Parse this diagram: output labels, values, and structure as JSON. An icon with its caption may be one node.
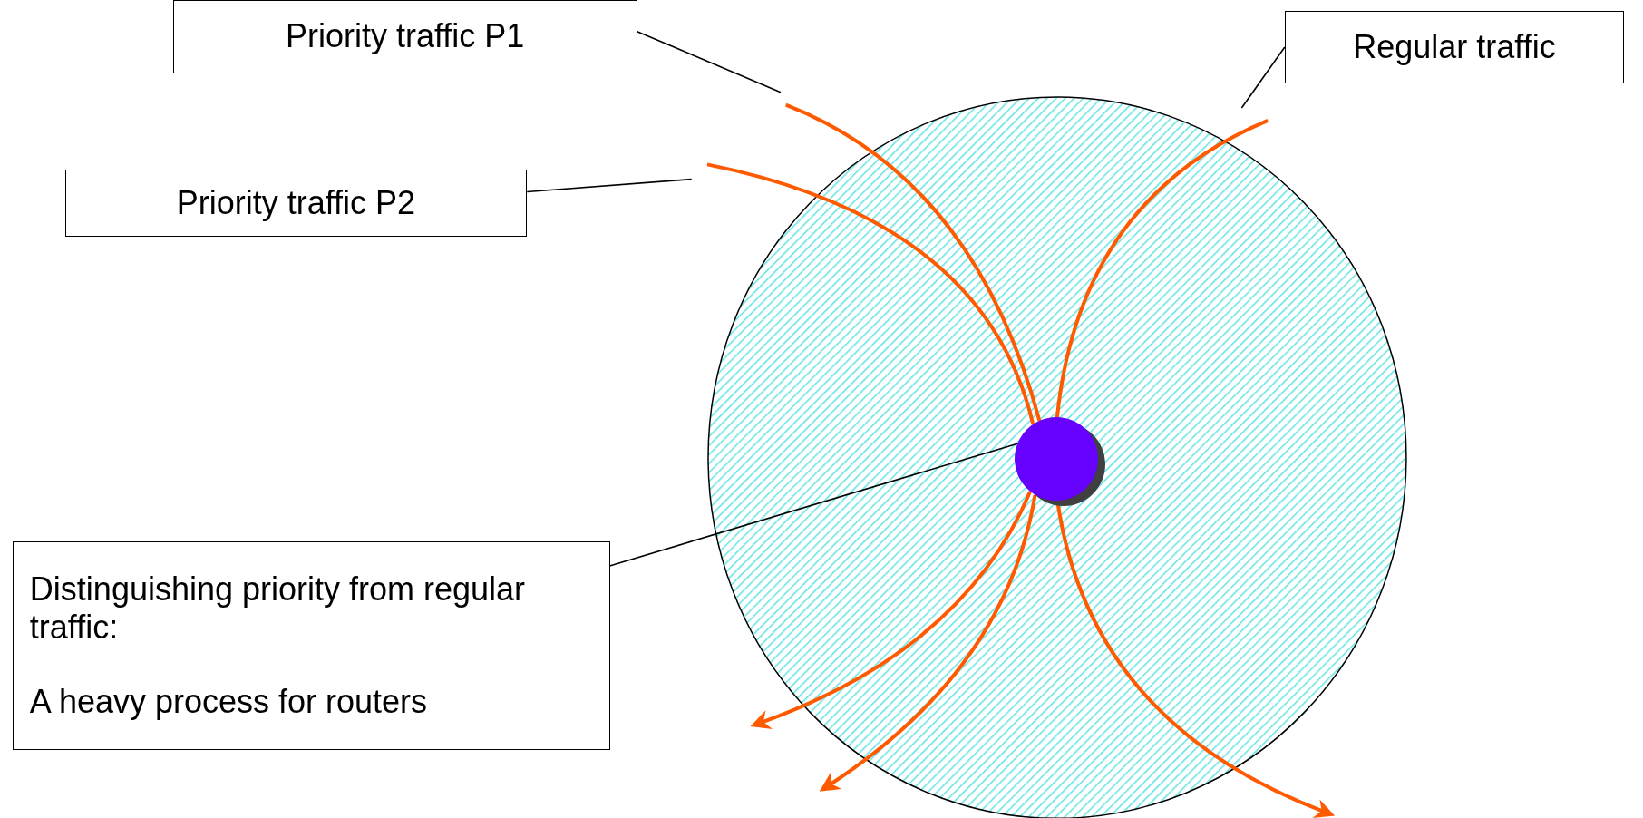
{
  "diagram": {
    "nodes": [
      {
        "text": [
          "Priority traffic P1"
        ]
      },
      {
        "text": [
          "Priority traffic P2"
        ]
      },
      {
        "text": [
          "Regular traffic"
        ]
      },
      {
        "text": [],
        "shape": "circle"
      },
      {
        "text": [],
        "shape": "circle",
        "in": 3
      },
      {
        "text": [
          "Distinguishing priority  from regular traffic:",
          "A heavy process for routers"
        ]
      }
    ],
    "edges": [
      {
        "from": null,
        "to": 4,
        "arrow": "none"
      },
      {
        "from": 4,
        "to": null,
        "arrow": "to"
      },
      {
        "from": null,
        "to": 4,
        "arrow": "none"
      },
      {
        "from": 4,
        "to": null,
        "arrow": "to"
      },
      {
        "from": null,
        "to": 4,
        "arrow": "none"
      },
      {
        "from": 4,
        "to": null,
        "arrow": "to"
      },
      {
        "from": 0,
        "to": null,
        "arrow": "none",
        "color": "#000000"
      },
      {
        "from": 1,
        "to": null,
        "arrow": "none",
        "color": "#000000"
      },
      {
        "from": 2,
        "to": null,
        "arrow": "none",
        "color": "#000000"
      },
      {
        "from": 5,
        "to": 4,
        "arrow": "none",
        "color": "#000000"
      }
    ]
  }
}
